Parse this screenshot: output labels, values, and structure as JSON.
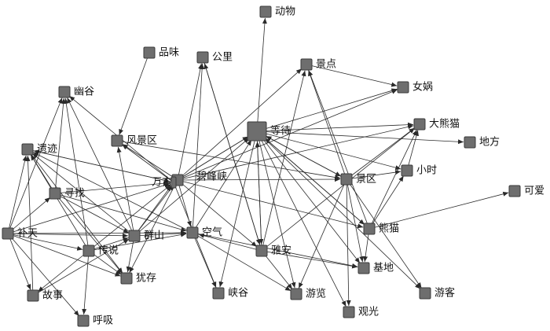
{
  "colors": {
    "node": "#6e6e6e",
    "edge": "#2a2a2a",
    "label": "#111111",
    "background": "#ffffff"
  },
  "nodes": [
    {
      "id": "dongwu",
      "label": "动物"
    },
    {
      "id": "pinwei",
      "label": "品味"
    },
    {
      "id": "gongli",
      "label": "公里"
    },
    {
      "id": "jingdian",
      "label": "景点"
    },
    {
      "id": "nvwa",
      "label": "女娲"
    },
    {
      "id": "yougu",
      "label": "幽谷"
    },
    {
      "id": "dengdai",
      "label": "等待"
    },
    {
      "id": "daxiongmao",
      "label": "大熊猫"
    },
    {
      "id": "fengjingqu",
      "label": "风景区"
    },
    {
      "id": "difang",
      "label": "地方"
    },
    {
      "id": "yiji",
      "label": "遗迹"
    },
    {
      "id": "bifengxia",
      "label": "碧峰峡"
    },
    {
      "id": "xiaoshi",
      "label": "小时"
    },
    {
      "id": "wangu",
      "label": "万古"
    },
    {
      "id": "jingqu",
      "label": "景区"
    },
    {
      "id": "xunzhao",
      "label": "寻找"
    },
    {
      "id": "keai",
      "label": "可爱"
    },
    {
      "id": "butian",
      "label": "补天"
    },
    {
      "id": "qunshan",
      "label": "群山"
    },
    {
      "id": "kongqi",
      "label": "空气"
    },
    {
      "id": "xiongmao",
      "label": "熊猫"
    },
    {
      "id": "chuanshuo",
      "label": "传说"
    },
    {
      "id": "yaan",
      "label": "雅安"
    },
    {
      "id": "jidi",
      "label": "基地"
    },
    {
      "id": "youcun",
      "label": "犹存"
    },
    {
      "id": "gushi",
      "label": "故事"
    },
    {
      "id": "xiagu",
      "label": "峡谷"
    },
    {
      "id": "youlan",
      "label": "游览"
    },
    {
      "id": "youke",
      "label": "游客"
    },
    {
      "id": "huxi",
      "label": "呼吸"
    },
    {
      "id": "guanguang",
      "label": "观光"
    }
  ],
  "edges": [
    [
      "dengdai",
      "dongwu"
    ],
    [
      "pinwei",
      "fengjingqu"
    ],
    [
      "jingdian",
      "nvwa"
    ],
    [
      "dengdai",
      "nvwa"
    ],
    [
      "dengdai",
      "daxiongmao"
    ],
    [
      "dengdai",
      "difang"
    ],
    [
      "fengjingqu",
      "jingqu"
    ],
    [
      "bifengxia",
      "dengdai"
    ],
    [
      "bifengxia",
      "jingdian"
    ],
    [
      "bifengxia",
      "gongli"
    ],
    [
      "bifengxia",
      "nvwa"
    ],
    [
      "bifengxia",
      "daxiongmao"
    ],
    [
      "bifengxia",
      "jingqu"
    ],
    [
      "bifengxia",
      "yaan"
    ],
    [
      "bifengxia",
      "xiongmao"
    ],
    [
      "bifengxia",
      "kongqi"
    ],
    [
      "bifengxia",
      "fengjingqu"
    ],
    [
      "bifengxia",
      "youcun"
    ],
    [
      "wangu",
      "dengdai"
    ],
    [
      "wangu",
      "fengjingqu"
    ],
    [
      "wangu",
      "yougu"
    ],
    [
      "wangu",
      "yiji"
    ],
    [
      "jingqu",
      "dengdai"
    ],
    [
      "jingqu",
      "daxiongmao"
    ],
    [
      "jingqu",
      "xiaoshi"
    ],
    [
      "jingqu",
      "jidi"
    ],
    [
      "jingqu",
      "youke"
    ],
    [
      "jingqu",
      "youlan"
    ],
    [
      "jingqu",
      "guanguang"
    ],
    [
      "jingqu",
      "jingdian"
    ],
    [
      "xiongmao",
      "keai"
    ],
    [
      "xiongmao",
      "daxiongmao"
    ],
    [
      "xiongmao",
      "jidi"
    ],
    [
      "xiongmao",
      "dengdai"
    ],
    [
      "xiongmao",
      "jingdian"
    ],
    [
      "xiongmao",
      "xiaoshi"
    ],
    [
      "yaan",
      "dengdai"
    ],
    [
      "yaan",
      "daxiongmao"
    ],
    [
      "yaan",
      "jidi"
    ],
    [
      "yaan",
      "youlan"
    ],
    [
      "yaan",
      "gongli"
    ],
    [
      "yaan",
      "kongqi"
    ],
    [
      "yaan",
      "jingdian"
    ],
    [
      "qunshan",
      "kongqi"
    ],
    [
      "qunshan",
      "wangu"
    ],
    [
      "qunshan",
      "fengjingqu"
    ],
    [
      "qunshan",
      "yiji"
    ],
    [
      "qunshan",
      "yougu"
    ],
    [
      "qunshan",
      "youcun"
    ],
    [
      "qunshan",
      "dengdai"
    ],
    [
      "qunshan",
      "bifengxia"
    ],
    [
      "chuanshuo",
      "qunshan"
    ],
    [
      "chuanshuo",
      "yougu"
    ],
    [
      "chuanshuo",
      "yiji"
    ],
    [
      "chuanshuo",
      "youcun"
    ],
    [
      "chuanshuo",
      "huxi"
    ],
    [
      "chuanshuo",
      "gushi"
    ],
    [
      "chuanshuo",
      "wangu"
    ],
    [
      "chuanshuo",
      "kongqi"
    ],
    [
      "butian",
      "yiji"
    ],
    [
      "butian",
      "yougu"
    ],
    [
      "butian",
      "xunzhao"
    ],
    [
      "butian",
      "qunshan"
    ],
    [
      "butian",
      "kongqi"
    ],
    [
      "butian",
      "chuanshuo"
    ],
    [
      "butian",
      "gushi"
    ],
    [
      "butian",
      "huxi"
    ],
    [
      "butian",
      "wangu"
    ],
    [
      "butian",
      "youcun"
    ],
    [
      "xunzhao",
      "yougu"
    ],
    [
      "xunzhao",
      "yiji"
    ],
    [
      "xunzhao",
      "qunshan"
    ],
    [
      "xunzhao",
      "wangu"
    ],
    [
      "xunzhao",
      "kongqi"
    ],
    [
      "xunzhao",
      "youcun"
    ],
    [
      "yiji",
      "wangu"
    ],
    [
      "yiji",
      "youcun"
    ],
    [
      "kongqi",
      "dengdai"
    ],
    [
      "kongqi",
      "gongli"
    ],
    [
      "kongqi",
      "xiagu"
    ],
    [
      "kongqi",
      "youlan"
    ],
    [
      "kongqi",
      "jidi"
    ],
    [
      "kongqi",
      "yiji"
    ],
    [
      "gushi",
      "yiji"
    ],
    [
      "gushi",
      "qunshan"
    ],
    [
      "dengdai",
      "xiagu"
    ],
    [
      "dengdai",
      "youlan"
    ],
    [
      "dengdai",
      "guanguang"
    ],
    [
      "dengdai",
      "jidi"
    ],
    [
      "dengdai",
      "xiongmao"
    ],
    [
      "dengdai",
      "youke"
    ],
    [
      "dengdai",
      "yaan"
    ],
    [
      "dengdai",
      "jingqu"
    ],
    [
      "dengdai",
      "xiaoshi"
    ],
    [
      "gongli",
      "yaan"
    ],
    [
      "wangu",
      "xiagu"
    ],
    [
      "xiaoshi",
      "daxiongmao"
    ]
  ]
}
